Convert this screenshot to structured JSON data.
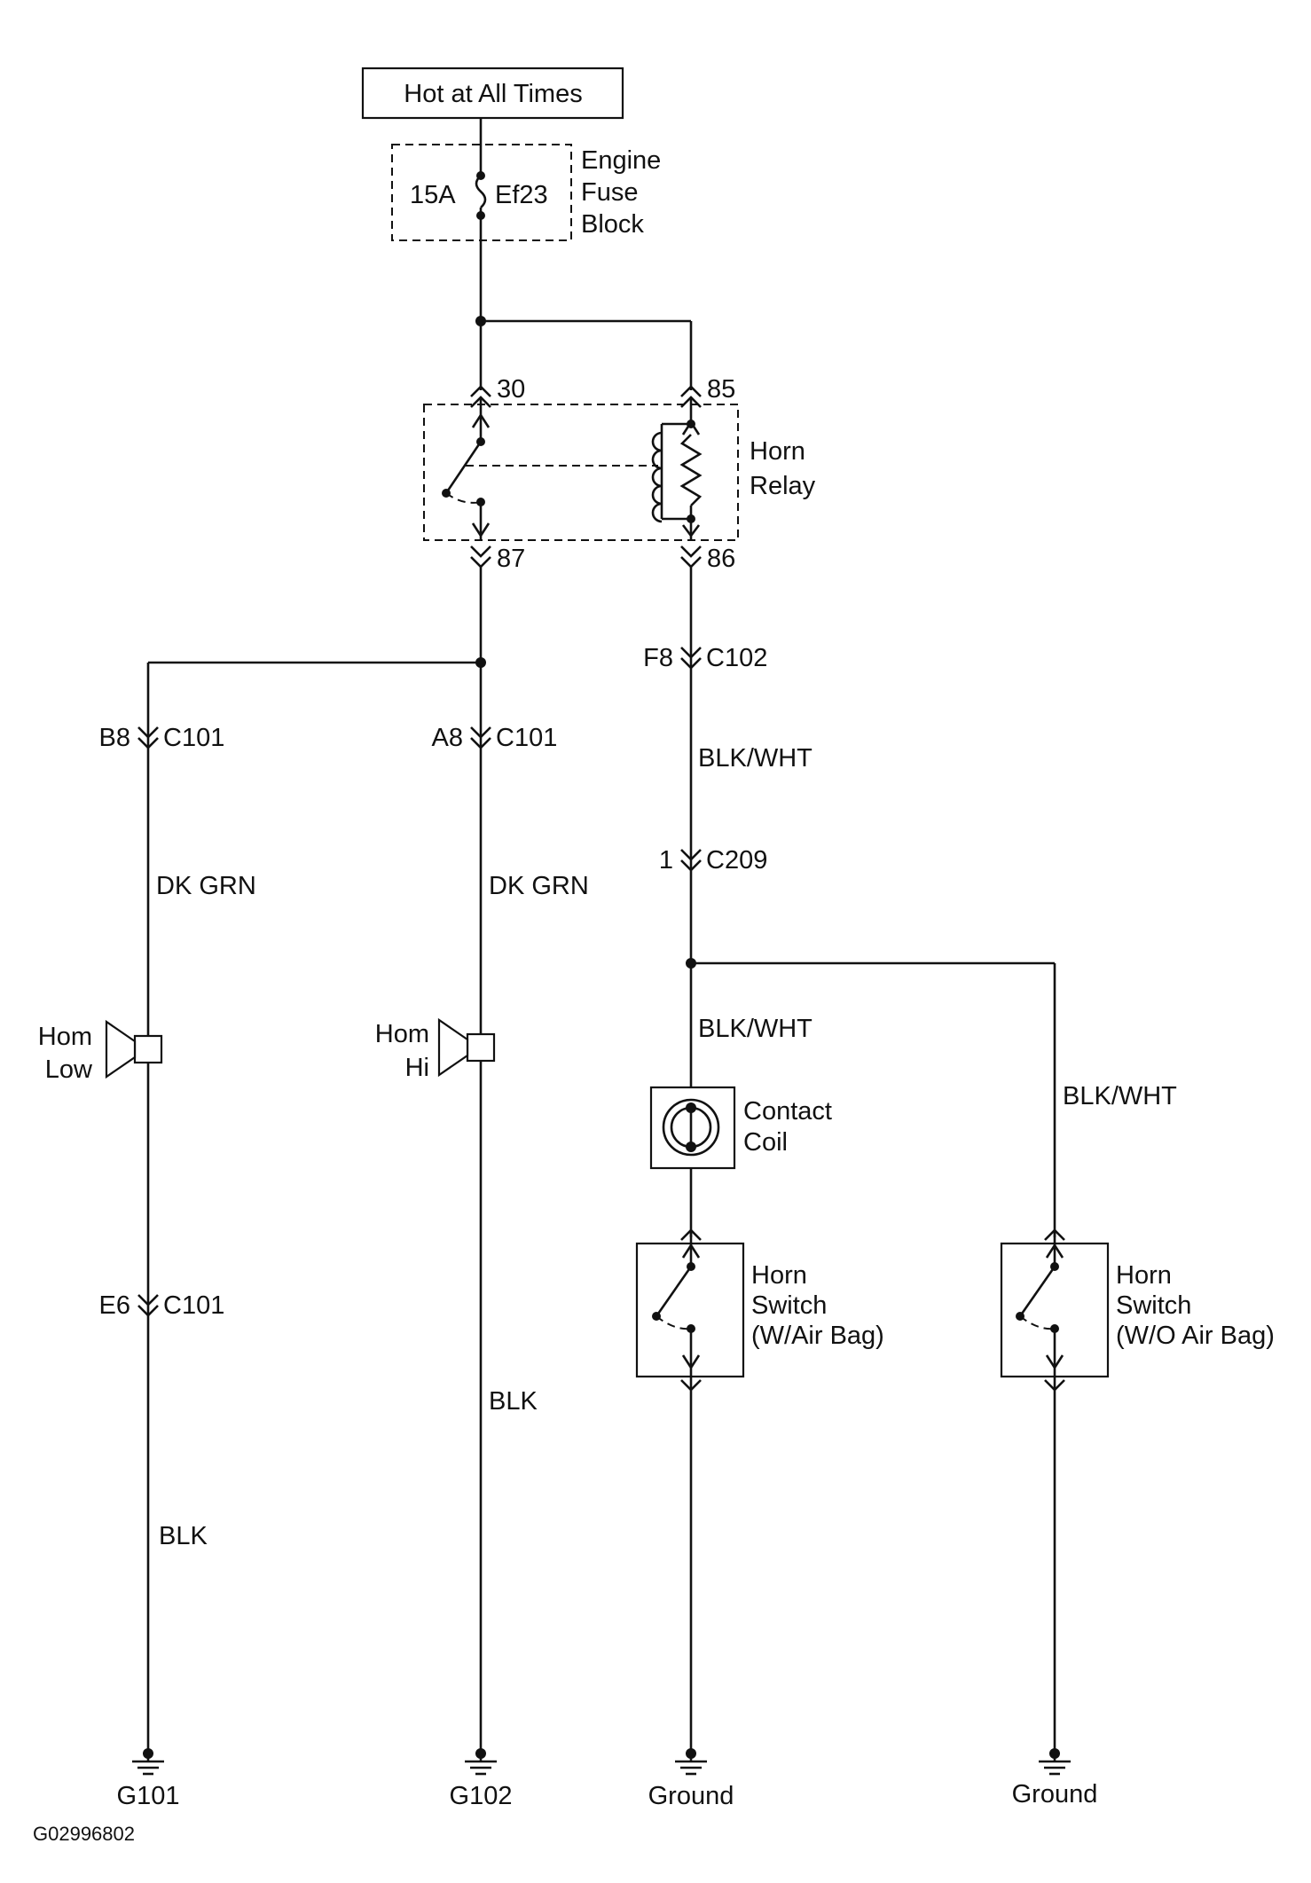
{
  "power": {
    "label": "Hot at All Times"
  },
  "fuse": {
    "rating": "15A",
    "id": "Ef23",
    "block_label": [
      "Engine",
      "Fuse",
      "Block"
    ]
  },
  "relay": {
    "label": [
      "Horn",
      "Relay"
    ],
    "pins": {
      "p30": "30",
      "p85": "85",
      "p87": "87",
      "p86": "86"
    }
  },
  "connectors": {
    "c1": {
      "pin": "B8",
      "name": "C101"
    },
    "c2": {
      "pin": "A8",
      "name": "C101"
    },
    "c3": {
      "pin": "F8",
      "name": "C102"
    },
    "c4": {
      "pin": "1",
      "name": "C209"
    },
    "c5": {
      "pin": "E6",
      "name": "C101"
    }
  },
  "wires": {
    "w1": "DK GRN",
    "w2": "DK GRN",
    "w3": "BLK/WHT",
    "w4": "BLK/WHT",
    "w5": "BLK/WHT",
    "w6": "BLK",
    "w7": "BLK"
  },
  "horns": {
    "low": [
      "Hom",
      "Low"
    ],
    "hi": [
      "Hom",
      "Hi"
    ]
  },
  "contact_coil": {
    "label": [
      "Contact",
      "Coil"
    ]
  },
  "switches": {
    "with_airbag": [
      "Horn",
      "Switch",
      "(W/Air Bag)"
    ],
    "without_airbag": [
      "Horn",
      "Switch",
      "(W/O Air Bag)"
    ]
  },
  "grounds": {
    "g1": "G101",
    "g2": "G102",
    "g3": "Ground",
    "g4": "Ground"
  },
  "figure_id": "G02996802"
}
